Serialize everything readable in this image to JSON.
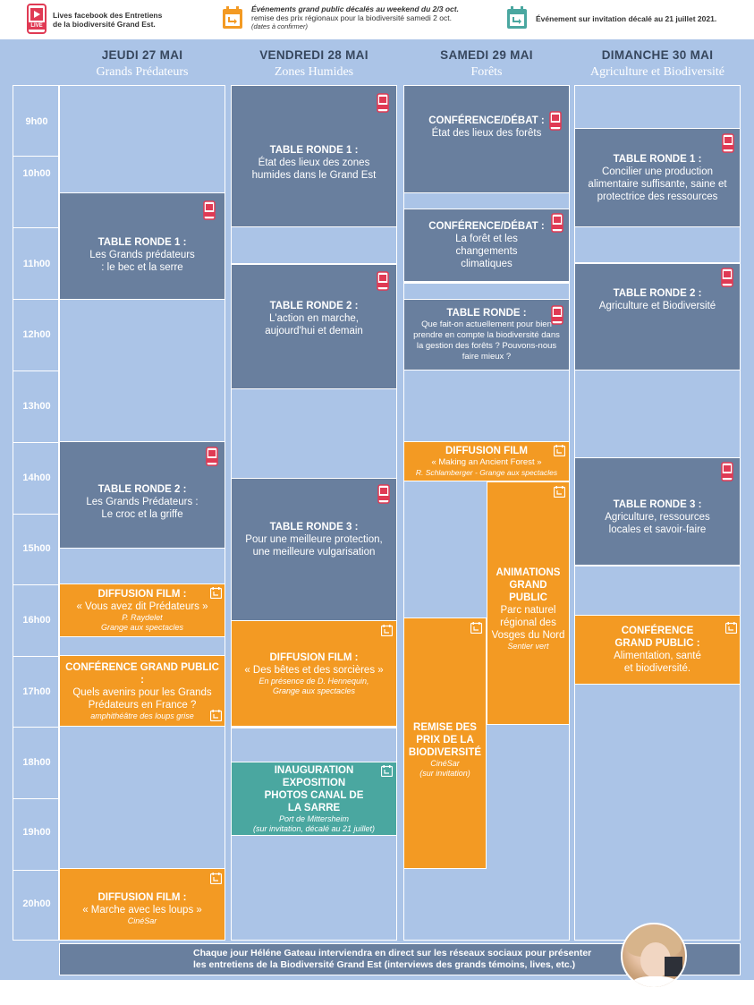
{
  "legend": {
    "live_line1": "Lives facebook des Entretiens",
    "live_line2": "de la biodiversité Grand Est.",
    "live_badge": "LIVE",
    "public_line1": "Événements grand public décalés au weekend du 2/3 oct.",
    "public_line2": "remise des prix régionaux pour la biodiversité samedi 2 oct.",
    "public_note": "(dates à confirmer)",
    "invite": "Événement sur invitation décalé au 21 juillet 2021."
  },
  "colors": {
    "panel": "#abc4e7",
    "dark": "#697f9e",
    "orange": "#f39a23",
    "teal": "#4aa7a0",
    "live_red": "#e03a54"
  },
  "days": [
    {
      "name": "JEUDI 27 MAI",
      "theme": "Grands Prédateurs"
    },
    {
      "name": "VENDREDI 28 MAI",
      "theme": "Zones Humides"
    },
    {
      "name": "SAMEDI 29 MAI",
      "theme": "Forêts"
    },
    {
      "name": "DIMANCHE 30 MAI",
      "theme": "Agriculture et Biodiversité"
    }
  ],
  "hours": [
    "9h00",
    "10h00",
    "11h00",
    "12h00",
    "13h00",
    "14h00",
    "15h00",
    "16h00",
    "17h00",
    "18h00",
    "19h00",
    "20h00"
  ],
  "events": {
    "j1": {
      "title": "TABLE RONDE 1 :",
      "desc": "Les Grands prédateurs : le bec et la serre"
    },
    "j2": {
      "title": "TABLE RONDE 2 :",
      "desc": "Les Grands Prédateurs : Le croc et la griffe"
    },
    "j3": {
      "title": "DIFFUSION FILM :",
      "desc": "« Vous avez dit Prédateurs »",
      "note1": "P. Raydelet",
      "note2": "Grange aux spectacles"
    },
    "j4": {
      "title": "CONFÉRENCE GRAND PUBLIC :",
      "desc": "Quels avenirs pour les Grands Prédateurs en France ?",
      "note": "amphithéâtre des loups grise"
    },
    "j5": {
      "title": "DIFFUSION FILM :",
      "desc": "« Marche avec les loups »",
      "note": "CinéSar"
    },
    "v1": {
      "title": "TABLE RONDE 1 :",
      "desc": "État des lieux des zones humides dans le Grand Est"
    },
    "v2": {
      "title": "TABLE RONDE 2 :",
      "desc": "L'action en marche, aujourd'hui et demain"
    },
    "v3": {
      "title": "TABLE RONDE 3 :",
      "desc": "Pour une meilleure protection, une meilleure vulgarisation"
    },
    "v4": {
      "title": "DIFFUSION FILM :",
      "desc": "« Des bêtes et des sorcières »",
      "note1": "En présence de D. Hennequin,",
      "note2": "Grange aux spectacles"
    },
    "v5": {
      "title": "INAUGURATION EXPOSITION PHOTOS CANAL DE LA SARRE",
      "note1": "Port de Mittersheim",
      "note2": "(sur invitation, décalé au 21 juillet)"
    },
    "s1": {
      "title": "CONFÉRENCE/DÉBAT :",
      "desc": "État des lieux des forêts"
    },
    "s2": {
      "title": "CONFÉRENCE/DÉBAT :",
      "desc": "La forêt et les changements climatiques"
    },
    "s3": {
      "title": "TABLE RONDE :",
      "desc": "Que fait-on actuellement pour bien prendre en compte la biodiversité dans la gestion des forêts ? Pouvons-nous faire mieux ?"
    },
    "s4": {
      "title": "DIFFUSION FILM",
      "desc": "« Making an Ancient Forest »",
      "note": "R. Schlamberger - Grange aux spectacles"
    },
    "s5": {
      "title": "ANIMATIONS GRAND PUBLIC",
      "desc": "Parc naturel régional des Vosges du Nord",
      "note": "Sentier vert"
    },
    "s6": {
      "title": "REMISE DES PRIX DE LA BIODIVERSITÉ",
      "note1": "CinéSar",
      "note2": "(sur invitation)"
    },
    "d1": {
      "title": "TABLE RONDE 1 :",
      "desc": "Concilier une production alimentaire suffisante, saine et protectrice des ressources"
    },
    "d2": {
      "title": "TABLE RONDE 2 :",
      "desc": "Agriculture et Biodiversité"
    },
    "d3": {
      "title": "TABLE RONDE 3 :",
      "desc": "Agriculture, ressources locales et savoir-faire"
    },
    "d4": {
      "title": "CONFÉRENCE GRAND PUBLIC :",
      "desc": "Alimentation, santé et biodiversité."
    }
  },
  "footer": {
    "line1": "Chaque jour Héléne Gateau interviendra en direct sur les réseaux sociaux pour présenter",
    "line2": "les entretiens de la Biodiversité Grand Est (interviews des grands témoins, lives, etc.)"
  }
}
